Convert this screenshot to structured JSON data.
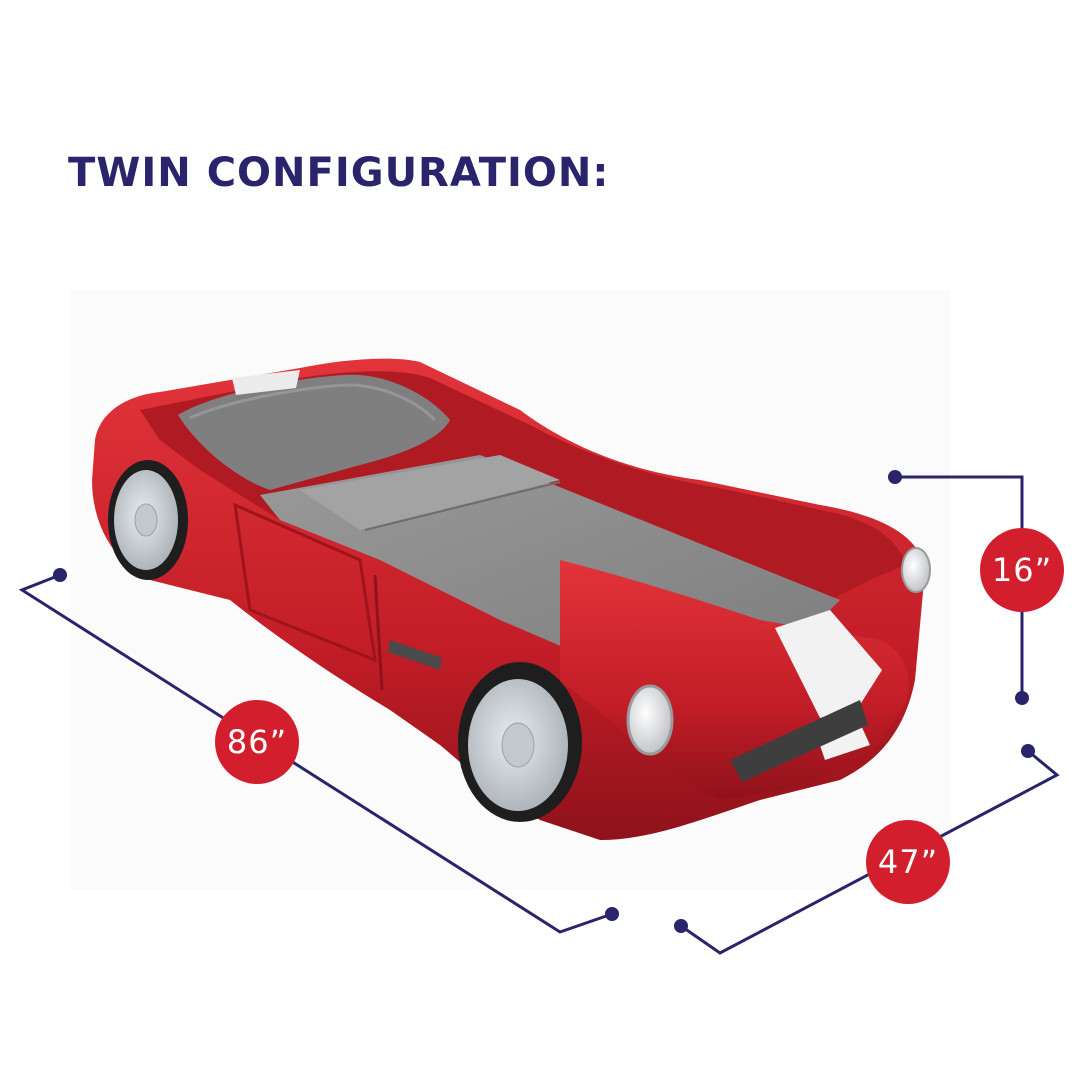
{
  "title": "TWIN CONFIGURATION:",
  "product": {
    "description": "red race car toddler/twin bed with gray mattress and pillow, white racing stripe",
    "body_color": "#c8202a",
    "stripe_color": "#f2f2f2",
    "mattress_color": "#8c8c8c"
  },
  "dimensions": {
    "length": {
      "label": "86”"
    },
    "height": {
      "label": "16”"
    },
    "width": {
      "label": "47”"
    }
  },
  "colors": {
    "title": "#29246b",
    "dimension_line": "#29246b",
    "badge": "#d31f2d",
    "badge_text": "#ffffff"
  }
}
